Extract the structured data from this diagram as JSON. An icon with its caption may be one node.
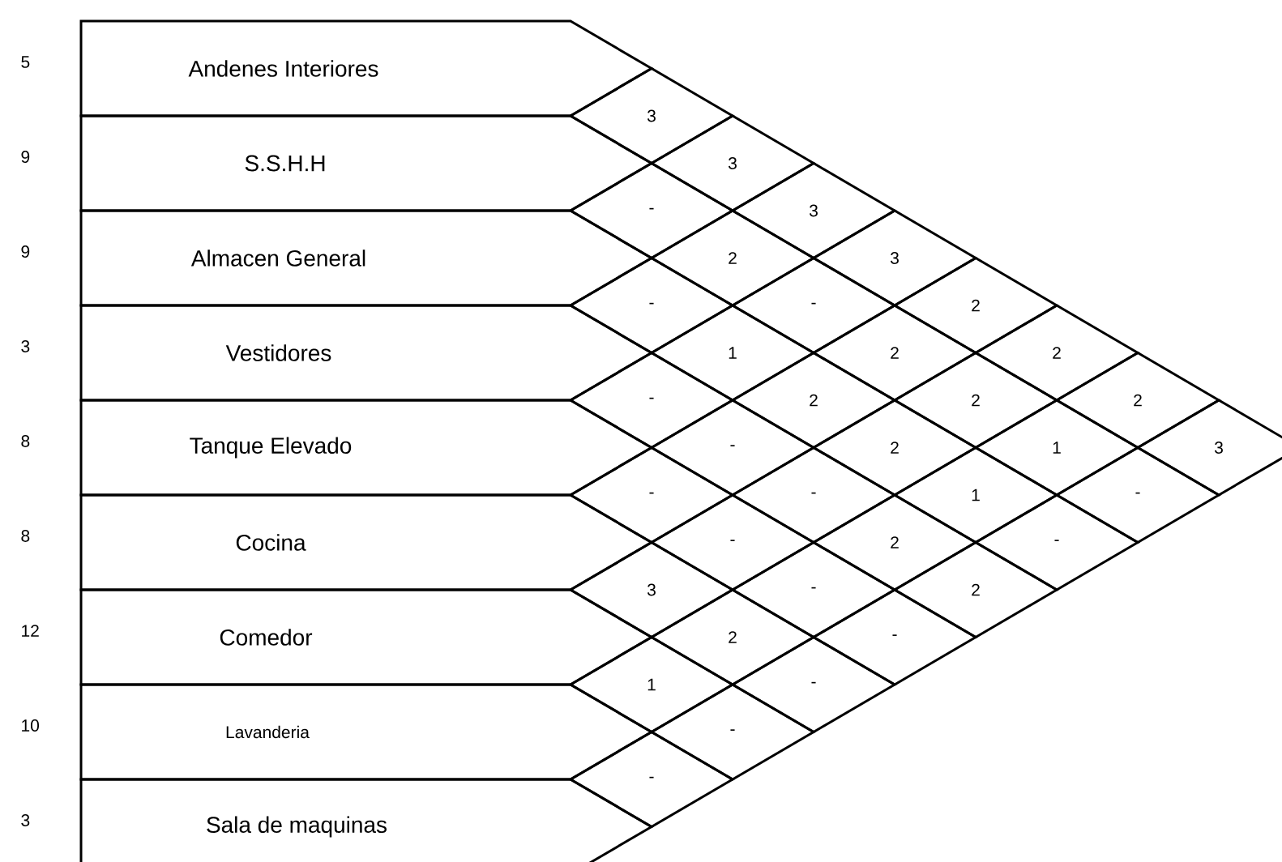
{
  "diagram": {
    "nodes": [
      {
        "text": [
          "Andenes  Interiores"
        ],
        "beside": [
          "5"
        ]
      },
      {
        "text": [
          "S.S.H.H"
        ],
        "beside": [
          "9"
        ]
      },
      {
        "text": [
          "Almacen  General"
        ],
        "beside": [
          "9"
        ]
      },
      {
        "text": [
          "Vestidores"
        ],
        "beside": [
          "3"
        ]
      },
      {
        "text": [
          "Tanque  Elevado"
        ],
        "beside": [
          "8"
        ]
      },
      {
        "text": [
          "Cocina"
        ],
        "beside": [
          "8"
        ]
      },
      {
        "text": [
          "Comedor"
        ],
        "beside": [
          "12"
        ]
      },
      {
        "text": [
          "Lavanderia"
        ],
        "beside": [
          "10"
        ]
      },
      {
        "text": [
          "Sala de  maquinas"
        ],
        "beside": [
          "3"
        ]
      }
    ],
    "labels": [
      "3",
      "3",
      "3",
      "3",
      "2",
      "2",
      "2",
      "3",
      "-",
      "2",
      "-",
      "2",
      "2",
      "1",
      "-",
      "-",
      "1",
      "2",
      "2",
      "1",
      "-",
      "-",
      "-",
      "-",
      "2",
      "2",
      "-",
      "-",
      "-",
      "-",
      "3",
      "2",
      "-",
      "1",
      "-",
      "-"
    ]
  }
}
